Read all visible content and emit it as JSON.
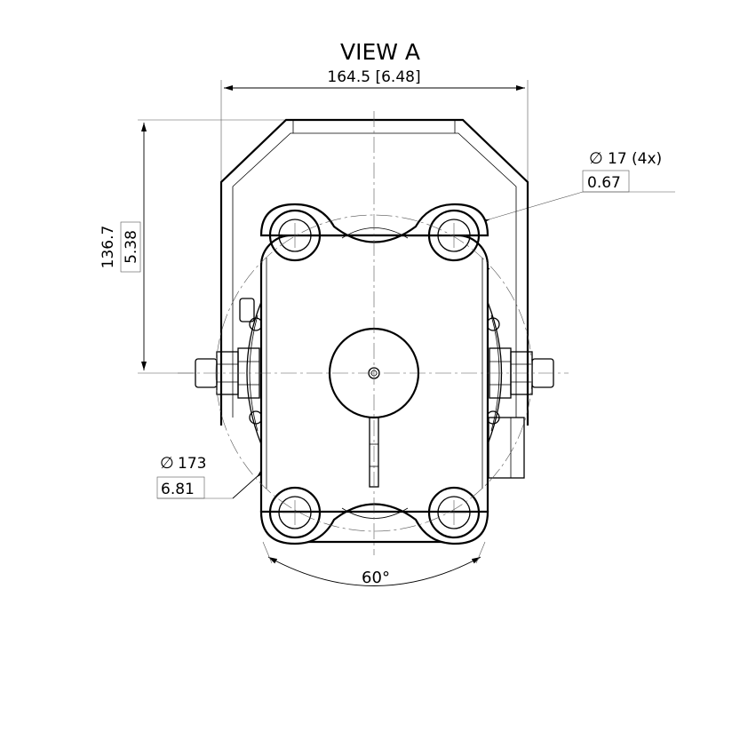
{
  "view_title": "VIEW A",
  "width_dim": "164.5 [6.48]",
  "height_dim_mm": "136.7",
  "height_dim_in": "5.38",
  "hole_dim_mm": "17 (4x)",
  "hole_dim_in": "0.67",
  "diameter_dim_mm": "173",
  "diameter_dim_in": "6.81",
  "angle_dim": "60°",
  "diameter_symbol": "∅"
}
